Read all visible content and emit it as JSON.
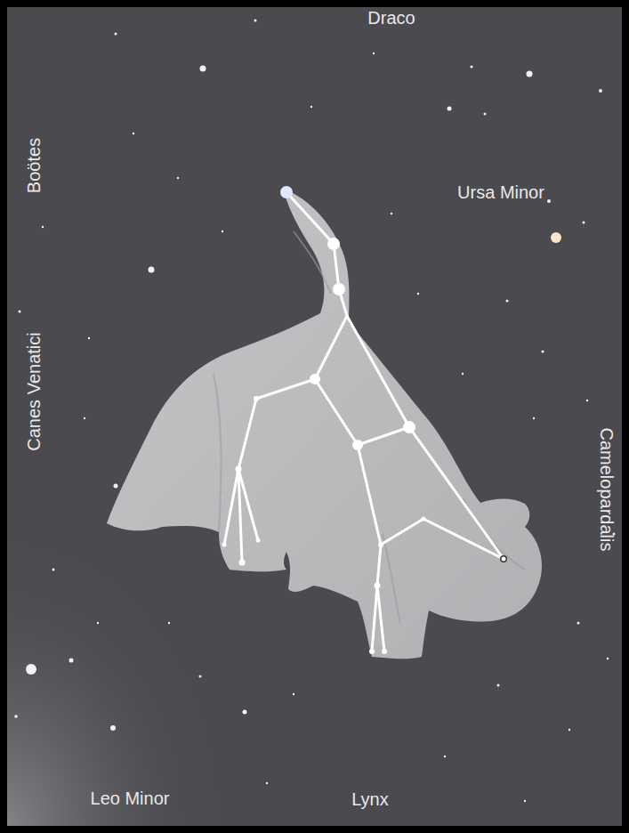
{
  "diagram": {
    "labels": [
      "Draco",
      "Boötes",
      "Ursa Minor",
      "Canes Venatici",
      "Camelopardalis",
      "Leo Minor",
      "Lynx"
    ]
  }
}
